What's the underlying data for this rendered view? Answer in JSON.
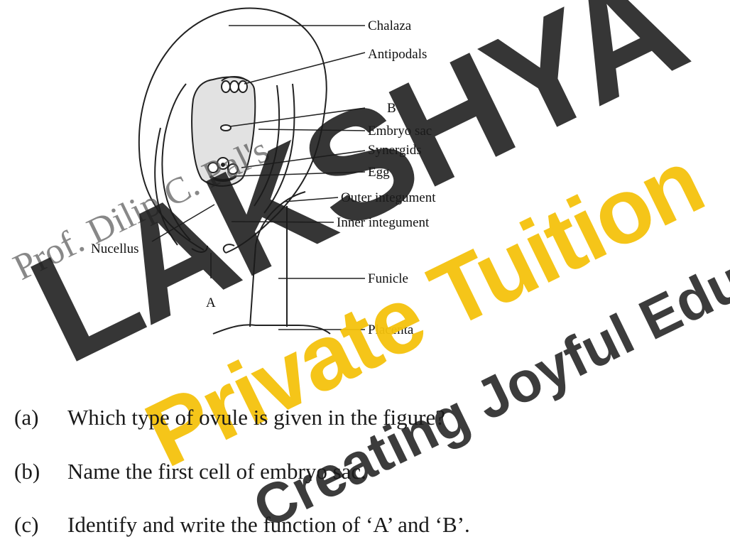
{
  "diagram": {
    "labels": {
      "chalaza": "Chalaza",
      "antipodals": "Antipodals",
      "b": "B",
      "embryo_sac": "Embryo sac",
      "synergids": "Synergids",
      "egg": "Egg",
      "outer_integument": "Outer integument",
      "inner_integument": "Inner integument",
      "nucellus": "Nucellus",
      "funicle": "Funicle",
      "a": "A",
      "placenta": "Placenta"
    }
  },
  "watermark": {
    "author": "Prof. Dilip C. Pal's",
    "brand": "LAKSHYA",
    "tagline": "Private Tuition",
    "motto": "Creating Joyful Education",
    "colors": {
      "brand": "#1a1a1a",
      "tagline": "#f4c20d",
      "motto": "#1a1a1a"
    }
  },
  "questions": [
    {
      "num": "(a)",
      "text": "Which type of ovule is given in the figure?"
    },
    {
      "num": "(b)",
      "text": "Name the first cell of embryo sac."
    },
    {
      "num": "(c)",
      "text": "Identify and write the function of ‘A’ and ‘B’."
    }
  ]
}
